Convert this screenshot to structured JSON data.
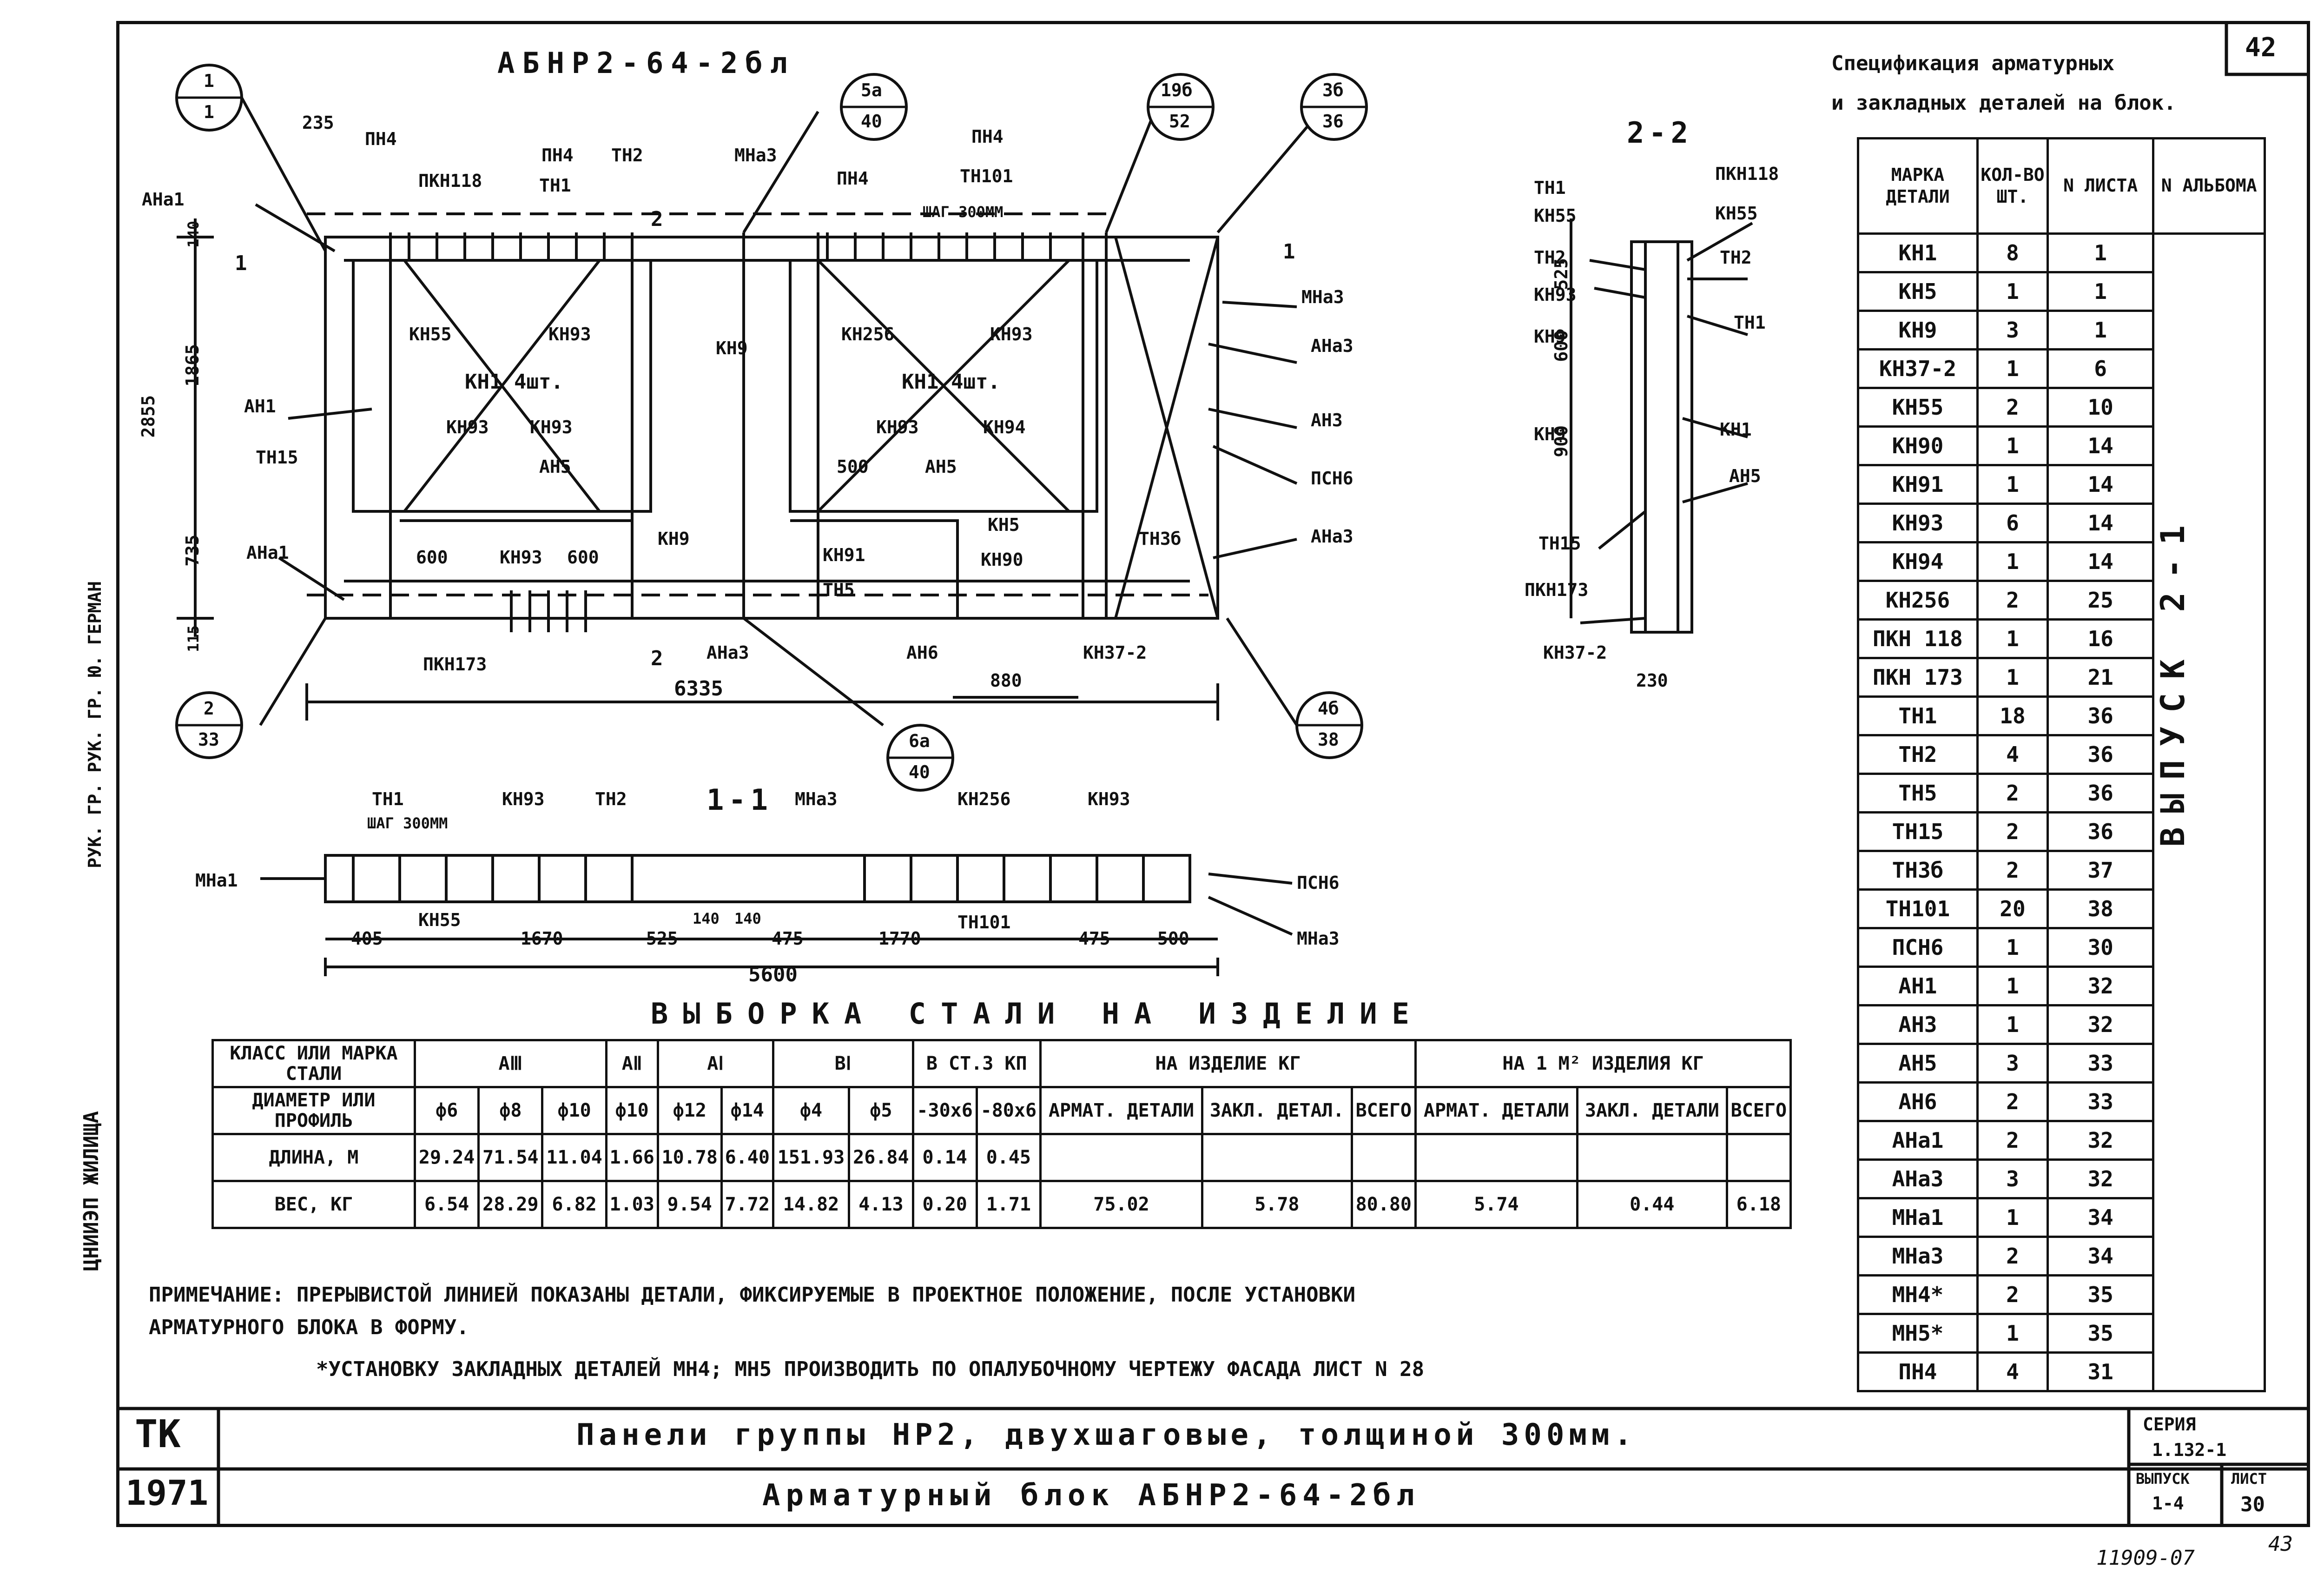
{
  "drawing": {
    "block_title": "АБНР2-64-2бл",
    "section_2_2": "2-2",
    "section_1_1": "1-1",
    "sample_title": "ВЫБОРКА СТАЛИ НА ИЗДЕЛИЕ",
    "sheet_corner_number": "42"
  },
  "callouts": [
    {
      "id": "1",
      "top": "1",
      "bottom": "1"
    },
    {
      "id": "5a",
      "top": "5а",
      "bottom": "40"
    },
    {
      "id": "19b",
      "top": "19б",
      "bottom": "52"
    },
    {
      "id": "3b",
      "top": "3б",
      "bottom": "36"
    },
    {
      "id": "2",
      "top": "2",
      "bottom": "33"
    },
    {
      "id": "6a",
      "top": "6а",
      "bottom": "40"
    },
    {
      "id": "4b",
      "top": "4б",
      "bottom": "38"
    }
  ],
  "elevation_labels": [
    "235",
    "ПН4",
    "ПКН118",
    "ПН4",
    "ТН1",
    "ТН2",
    "МНа3",
    "ПН4",
    "ТН101",
    "ШАГ 300ММ",
    "ПН4",
    "АНа1",
    "КН55",
    "КН93",
    "КН1  4шт.",
    "КН9",
    "КН256",
    "КН93",
    "КН1  4шт.",
    "АН1",
    "КН93",
    "КН93",
    "КН93",
    "КН94",
    "АН5",
    "500",
    "АН5",
    "ТН15",
    "КН5",
    "600",
    "КН93",
    "600",
    "КН91",
    "КН90",
    "ТН5",
    "АНа1",
    "КН9",
    "ТН3б",
    "ПКН173",
    "АНа3",
    "АН6",
    "880",
    "КН37-2",
    "6335",
    "МНа3",
    "АНа3",
    "АН3",
    "ПСН6",
    "АНа3",
    "2855",
    "1865",
    "735",
    "140",
    "115",
    "1",
    "1",
    "2",
    "2"
  ],
  "section22_labels": [
    "ТН1",
    "КН55",
    "ПКН118",
    "КН55",
    "ТН2",
    "ТН2",
    "КН93",
    "ТН1",
    "КН9",
    "КН1",
    "КН9",
    "АН5",
    "ТН15",
    "ПКН173",
    "КН37-2",
    "230",
    "525",
    "600",
    "900"
  ],
  "section11_labels": [
    "ТН1",
    "ШАГ 300ММ",
    "КН93",
    "ТН2",
    "МНа3",
    "КН256",
    "КН93",
    "МНа1",
    "КН55",
    "ТН101",
    "ПСН6",
    "МНа3",
    "405",
    "1670",
    "525",
    "140",
    "140",
    "475",
    "1770",
    "475",
    "500",
    "5600"
  ],
  "spec": {
    "title_line1": "Спецификация арматурных",
    "title_line2": "и закладных деталей на блок.",
    "headers": [
      "МАРКА ДЕТАЛИ",
      "КОЛ-ВО ШТ.",
      "N ЛИСТА",
      "N АЛЬБОМА"
    ],
    "album_vertical": "ВЫПУСК 2-1",
    "rows": [
      [
        "КН1",
        "8",
        "1"
      ],
      [
        "КН5",
        "1",
        "1"
      ],
      [
        "КН9",
        "3",
        "1"
      ],
      [
        "КН37-2",
        "1",
        "6"
      ],
      [
        "КН55",
        "2",
        "10"
      ],
      [
        "КН90",
        "1",
        "14"
      ],
      [
        "КН91",
        "1",
        "14"
      ],
      [
        "КН93",
        "6",
        "14"
      ],
      [
        "КН94",
        "1",
        "14"
      ],
      [
        "КН256",
        "2",
        "25"
      ],
      [
        "ПКН 118",
        "1",
        "16"
      ],
      [
        "ПКН 173",
        "1",
        "21"
      ],
      [
        "ТН1",
        "18",
        "36"
      ],
      [
        "ТН2",
        "4",
        "36"
      ],
      [
        "ТН5",
        "2",
        "36"
      ],
      [
        "ТН15",
        "2",
        "36"
      ],
      [
        "ТН3б",
        "2",
        "37"
      ],
      [
        "ТН101",
        "20",
        "38"
      ],
      [
        "ПСН6",
        "1",
        "30"
      ],
      [
        "АН1",
        "1",
        "32"
      ],
      [
        "АН3",
        "1",
        "32"
      ],
      [
        "АН5",
        "3",
        "33"
      ],
      [
        "АН6",
        "2",
        "33"
      ],
      [
        "АНа1",
        "2",
        "32"
      ],
      [
        "АНа3",
        "3",
        "32"
      ],
      [
        "МНа1",
        "1",
        "34"
      ],
      [
        "МНа3",
        "2",
        "34"
      ],
      [
        "МН4*",
        "2",
        "35"
      ],
      [
        "МН5*",
        "1",
        "35"
      ],
      [
        "ПН4",
        "4",
        "31"
      ]
    ]
  },
  "steel": {
    "class_label": "КЛАСС ИЛИ МАРКА СТАЛИ",
    "diam_label": "ДИАМЕТР ИЛИ ПРОФИЛЬ",
    "length_label": "ДЛИНА, М",
    "weight_label": "ВЕС, КГ",
    "groups": [
      "АⅢ",
      "АⅡ",
      "АⅠ",
      "ВⅠ",
      "В СТ.3 КП",
      "НА ИЗДЕЛИЕ КГ",
      "НА 1 М² ИЗДЕЛИЯ КГ"
    ],
    "profiles": [
      "ф6",
      "ф8",
      "ф10",
      "ф10",
      "ф12",
      "ф14",
      "ф4",
      "ф5",
      "-30х6",
      "-80х6",
      "АРМАТ. ДЕТАЛИ",
      "ЗАКЛ. ДЕТАЛ.",
      "ВСЕГО",
      "АРМАТ. ДЕТАЛИ",
      "ЗАКЛ. ДЕТАЛИ",
      "ВСЕГО"
    ],
    "lengths": [
      "29.24",
      "71.54",
      "11.04",
      "1.66",
      "10.78",
      "6.40",
      "151.93",
      "26.84",
      "0.14",
      "0.45"
    ],
    "weights": [
      "6.54",
      "28.29",
      "6.82",
      "1.03",
      "9.54",
      "7.72",
      "14.82",
      "4.13",
      "0.20",
      "1.71",
      "75.02",
      "5.78",
      "80.80",
      "5.74",
      "0.44",
      "6.18"
    ]
  },
  "notes": {
    "line1": "ПРИМЕЧАНИЕ: ПРЕРЫВИСТОЙ ЛИНИЕЙ ПОКАЗАНЫ ДЕТАЛИ, ФИКСИРУЕМЫЕ В ПРОЕКТНОЕ ПОЛОЖЕНИЕ, ПОСЛЕ УСТАНОВКИ",
    "line2": "АРМАТУРНОГО БЛОКА В ФОРМУ.",
    "line3": "*УСТАНОВКУ ЗАКЛАДНЫХ ДЕТАЛЕЙ МН4; МН5 ПРОИЗВОДИТЬ ПО ОПАЛУБОЧНОМУ ЧЕРТЕЖУ ФАСАДА ЛИСТ N 28"
  },
  "title_block": {
    "org": "ТК",
    "year": "1971",
    "title1": "Панели группы НР2, двухшаговые, толщиной 300мм.",
    "title2": "Арматурный блок АБНР2-64-2бл",
    "series_label": "СЕРИЯ",
    "series_value": "1.132-1",
    "issue_label": "ВЫПУСК",
    "issue_value": "1-4",
    "sheet_label": "ЛИСТ",
    "sheet_value": "30",
    "side_org": "ЦНИИЭП ЖИЛИЩА",
    "side_roles": "РУК. ГР.  РУК. ГР.  Ю. ГЕРМАН",
    "bottom_code": "11909-07",
    "bottom_page": "43"
  }
}
